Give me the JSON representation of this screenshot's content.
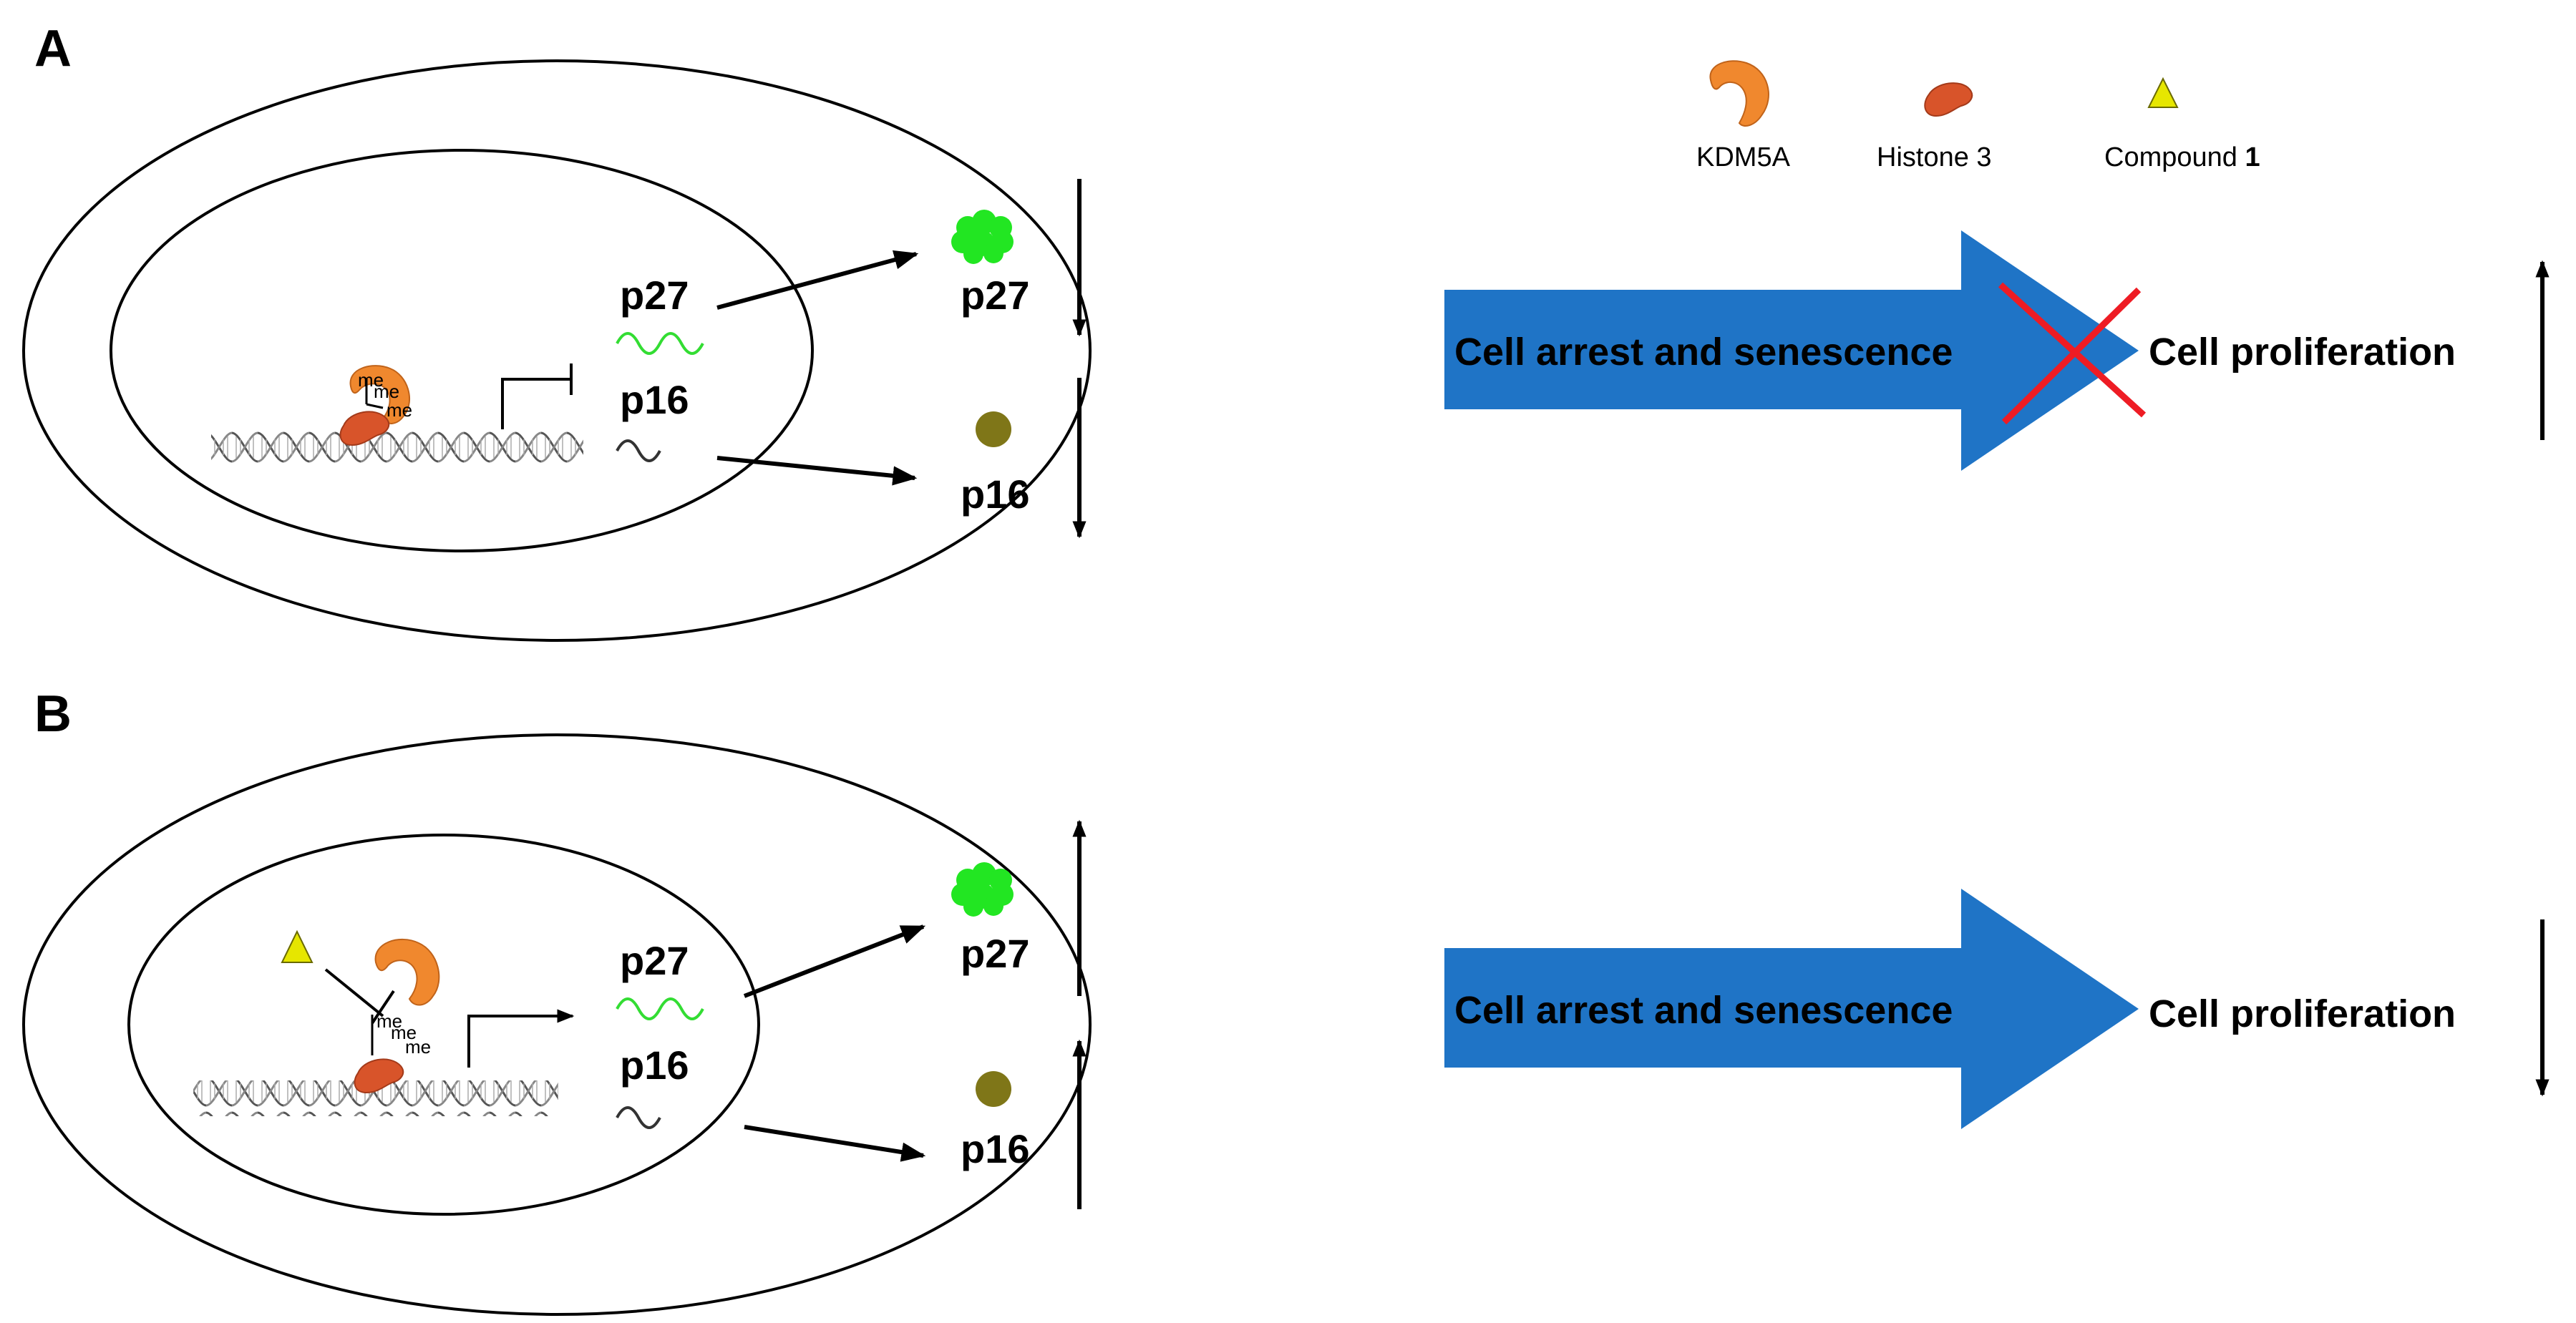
{
  "legend": {
    "kdm5a": "KDM5A",
    "histone": "Histone 3",
    "compound_prefix": "Compound ",
    "compound_number": "1"
  },
  "panel_a": {
    "label": "A",
    "me_marks": [
      "me",
      "me",
      "me"
    ],
    "gene_p27": "p27",
    "gene_p16": "p16",
    "protein_p27": "p27",
    "protein_p16": "p16",
    "outcome_arrow_text": "Cell arrest and senescence",
    "outcome_text": "Cell proliferation"
  },
  "panel_b": {
    "label": "B",
    "me_marks": [
      "me",
      "me",
      "me"
    ],
    "gene_p27": "p27",
    "gene_p16": "p16",
    "protein_p27": "p27",
    "protein_p16": "p16",
    "outcome_arrow_text": "Cell arrest and senescence",
    "outcome_text": "Cell proliferation"
  },
  "colors": {
    "kdm5a": "#f0882e",
    "histone": "#d8542a",
    "compound": "#e6e600",
    "p27_protein": "#22e622",
    "p27_mrna": "#33dd33",
    "p16_protein": "#7f7618",
    "big_arrow": "#1f74c6",
    "cross": "#ee1c24"
  }
}
